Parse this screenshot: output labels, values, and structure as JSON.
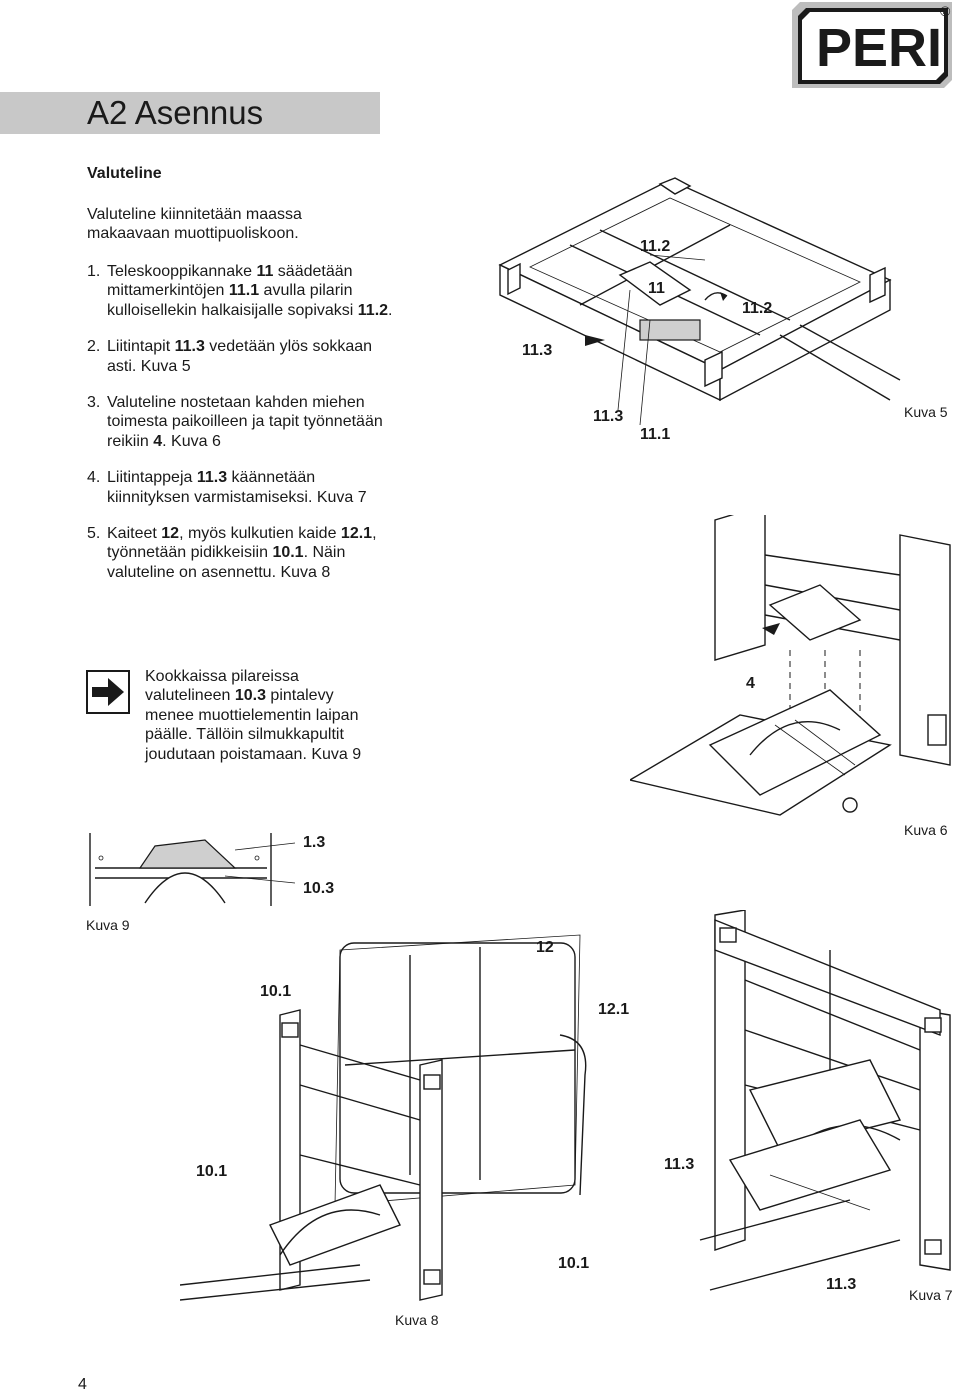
{
  "brand": {
    "logo_text": "PERI",
    "registered_mark": "®"
  },
  "header": {
    "title": "A2 Asennus"
  },
  "section": {
    "heading": "Valuteline",
    "intro": "Valuteline kiinnitetään maassa makaavaan muottipuoliskoon."
  },
  "steps": [
    {
      "num": "1.",
      "parts": [
        "Teleskooppikannake ",
        "11",
        " säädetään mittamerkintöjen ",
        "11.1",
        " avulla pilarin kulloisellekin halkaisijalle sopivaksi ",
        "11.2",
        "."
      ]
    },
    {
      "num": "2.",
      "parts": [
        "Liitintapit ",
        "11.3",
        " vedetään ylös sokkaan asti. Kuva 5"
      ]
    },
    {
      "num": "3.",
      "parts": [
        "Valuteline nostetaan kahden miehen toimesta paikoilleen ja tapit työnnetään reikiin ",
        "4",
        ". Kuva 6"
      ]
    },
    {
      "num": "4.",
      "parts": [
        "Liitintappeja ",
        "11.3",
        " käännetään kiinnityksen varmistamiseksi. Kuva 7"
      ]
    },
    {
      "num": "5.",
      "parts": [
        "Kaiteet ",
        "12",
        ", myös kulkutien kaide ",
        "12.1",
        ", työnnetään pidikkeisiin ",
        "10.1",
        ". Näin valuteline on asennettu. Kuva 8"
      ]
    }
  ],
  "note": {
    "icon": "arrow-right-icon",
    "parts": [
      "Kookkaissa pilareissa valutelineen ",
      "10.3",
      " pintalevy menee muottielementin laipan päälle. Tällöin silmukkapultit joudutaan poistamaan. Kuva 9"
    ]
  },
  "figures": {
    "kuva5": {
      "caption": "Kuva 5",
      "callouts": [
        "11.2",
        "11",
        "11.2",
        "11.3",
        "11.3",
        "11.1"
      ]
    },
    "kuva6": {
      "caption": "Kuva 6",
      "callouts": [
        "4"
      ]
    },
    "kuva9": {
      "caption": "Kuva 9",
      "callouts": [
        "1.3",
        "10.3"
      ]
    },
    "kuva8": {
      "caption": "Kuva 8",
      "callouts": [
        "12",
        "10.1",
        "12.1",
        "10.1",
        "10.1"
      ]
    },
    "kuva7": {
      "caption": "Kuva 7",
      "callouts": [
        "11.3",
        "11.3"
      ]
    }
  },
  "page_number": "4"
}
